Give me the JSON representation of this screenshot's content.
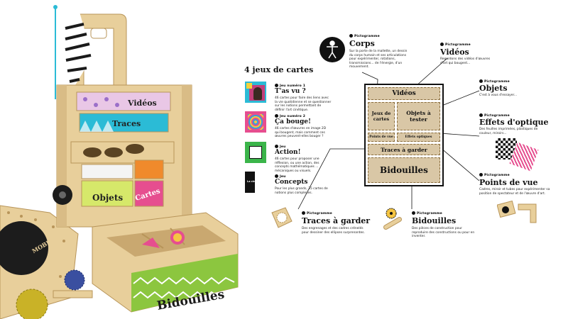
{
  "photo": {
    "drawer_labels": [
      "Vidéos",
      "Traces",
      "Objets",
      "Cartes",
      "Bidouilles"
    ],
    "badge_text": "MOBI"
  },
  "cards_heading": "4 jeux de cartes",
  "cards": [
    {
      "tag": "Jeu numéro 1",
      "title": "T'as vu ?",
      "desc": "46 cartes pour faire des liens avec la vie quotidienne et se questionner sur les notions permettant de définir l'art cinétique."
    },
    {
      "tag": "Jeu numéro 2",
      "title": "Ça bouge!",
      "desc": "46 cartes d'œuvres en image 2D qui bougent, mais comment ces œuvres peuvent-elles bouger ?"
    },
    {
      "tag": "Jeu",
      "title": "Action!",
      "desc": "46 cartes pour proposer une réflexion, ou une action, des concepts mathématiques ... mécaniques ou visuels."
    },
    {
      "tag": "Jeu",
      "title": "Concepts",
      "desc": "Pour les plus grands, 35 cartes de notions plus complexes."
    }
  ],
  "card_thumb_text": "La cinétique",
  "corps": {
    "tag": "Pictogramme",
    "title": "Corps",
    "desc": "Sur la porte de la mallette, un dessin du corps humain et ses articulations pour expérimenter, rotations, transmissions... de l'énergie, d'un mouvement."
  },
  "videos": {
    "tag": "Pictogramme",
    "title": "Vidéos",
    "desc": "Regardons des vidéos d'œuvres d'art qui bougent..."
  },
  "objets": {
    "tag": "Pictogramme",
    "title": "Objets",
    "desc": "C'est à vous d'essayer..."
  },
  "effets": {
    "tag": "Pictogramme",
    "title": "Effets d'optique",
    "desc": "Des feuilles imprimées, plastiques de couleur, miroirs..."
  },
  "points": {
    "tag": "Pictogramme",
    "title": "Points de vue",
    "desc": "Cadres, miroir et tubes pour expérimenter sa position de spectateur et de l'œuvre d'art."
  },
  "traces": {
    "tag": "Pictogramme",
    "title": "Traces à garder",
    "desc": "Des engrenages et des cadres crénelés pour dessiner des ellipses surprenantes."
  },
  "bidouilles": {
    "tag": "Pictogramme",
    "title": "Bidouilles",
    "desc": "Des pièces de construction pour reproduire des constructions ou pour en inventer."
  },
  "cabinet": {
    "videos": "Vidéos",
    "jeux": "Jeux de cartes",
    "objets": "Objets à tester",
    "points": "Points de vue",
    "effets": "Effets optiques",
    "traces": "Traces à garder",
    "bidouilles": "Bidouilles"
  },
  "colors": {
    "wood": "#e8cf9b",
    "wood_dark": "#c9a870",
    "cabinet_fill": "#d9c7a6",
    "cyan": "#29b6d8",
    "lime": "#b7d95a",
    "orange": "#f08a2c",
    "pink": "#e64e8f"
  }
}
